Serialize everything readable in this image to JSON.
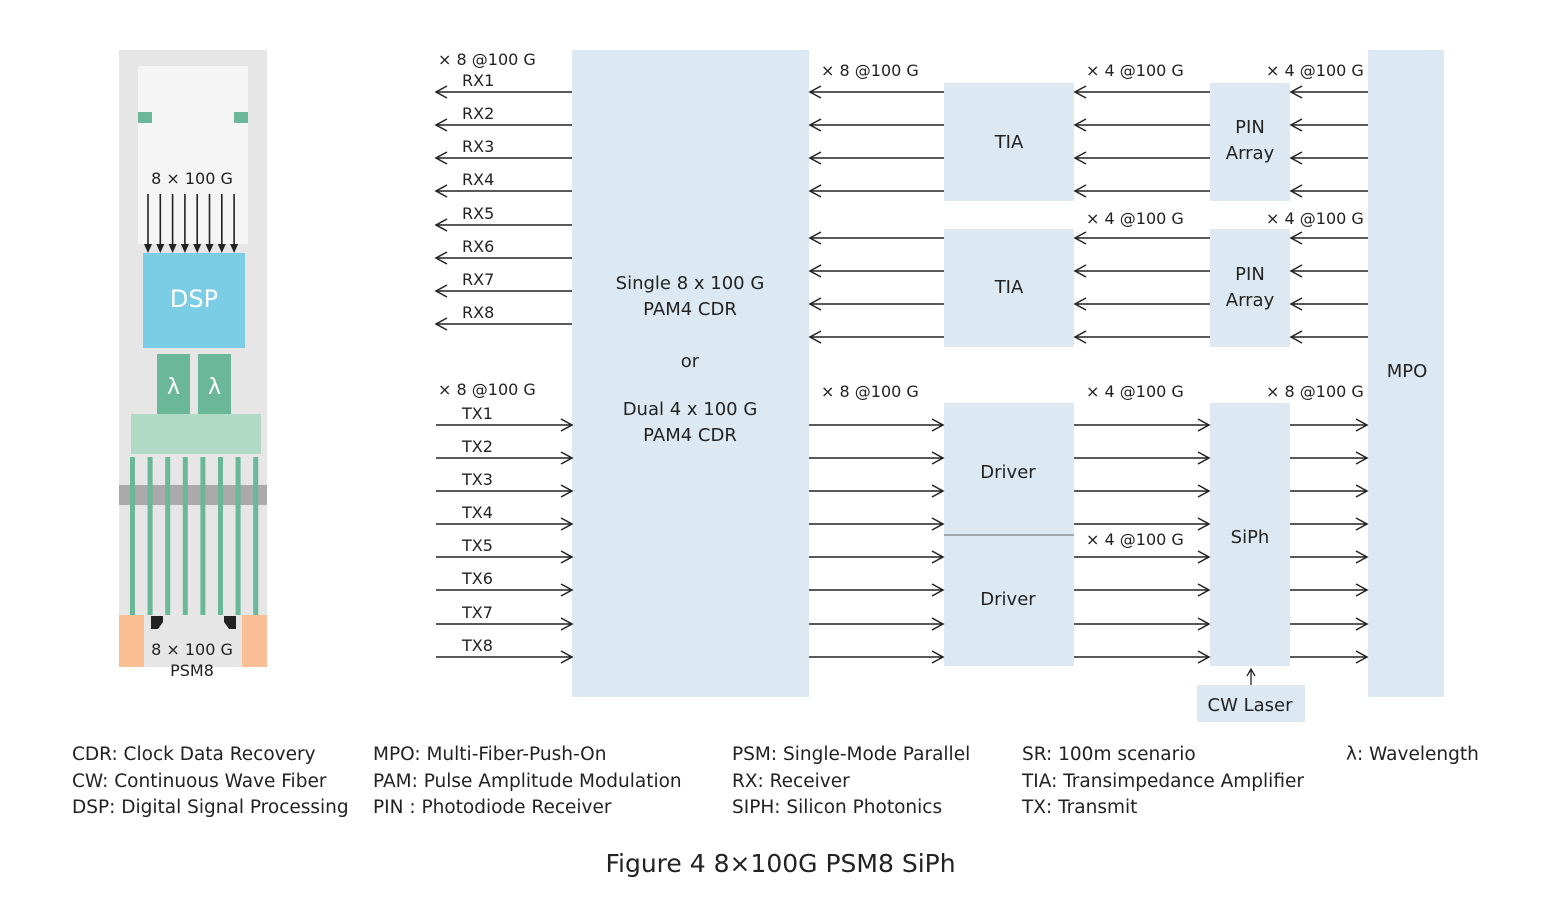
{
  "module": {
    "top_label": "8 × 100 G",
    "dsp_label": "DSP",
    "lambda_labels": [
      "λ",
      "λ"
    ],
    "bottom_label_line1": "8 × 100 G",
    "bottom_label_line2": "PSM8"
  },
  "diagram": {
    "rx_group_label": "× 8 @100 G",
    "tx_group_label": "× 8 @100 G",
    "rx_channels": [
      "RX1",
      "RX2",
      "RX3",
      "RX4",
      "RX5",
      "RX6",
      "RX7",
      "RX8"
    ],
    "tx_channels": [
      "TX1",
      "TX2",
      "TX3",
      "TX4",
      "TX5",
      "TX6",
      "TX7",
      "TX8"
    ],
    "cdr_text": [
      "Single 8 x 100 G",
      "PAM4 CDR",
      "or",
      "Dual 4 x 100 G",
      "PAM4 CDR"
    ],
    "tia_label": "TIA",
    "pin_label_line1": "PIN",
    "pin_label_line2": "Array",
    "driver_label": "Driver",
    "siph_label": "SiPh",
    "mpo_label": "MPO",
    "cw_laser_label": "CW Laser",
    "rate_labels": {
      "cdr_tia_rx": "× 8 @100 G",
      "tia_pin_rx_upper": "× 4 @100 G",
      "pin_mpo_rx_upper": "× 4 @100 G",
      "tia_pin_rx_lower": "× 4 @100 G",
      "pin_mpo_rx_lower": "× 4 @100 G",
      "cdr_driver_tx": "× 8 @100 G",
      "driver_siph_tx_upper": "× 4 @100 G",
      "siph_mpo_tx": "× 8 @100 G",
      "driver_siph_tx_lower": "× 4 @100 G"
    }
  },
  "legend": [
    [
      "CDR: Clock Data Recovery",
      "CW: Continuous Wave Fiber",
      "DSP: Digital Signal Processing"
    ],
    [
      "MPO: Multi-Fiber-Push-On",
      "PAM: Pulse Amplitude Modulation",
      "PIN : Photodiode Receiver"
    ],
    [
      "PSM: Single-Mode Parallel",
      "RX: Receiver",
      "SIPH: Silicon Photonics"
    ],
    [
      "SR: 100m scenario",
      "TIA: Transimpedance Amplifier",
      "TX: Transmit"
    ],
    [
      "λ:  Wavelength"
    ]
  ],
  "caption": "Figure 4  8×100G PSM8 SiPh",
  "colors": {
    "block_fill": "#dce9f2",
    "dsp_fill": "#7bcde6",
    "green": "#6bb799",
    "light_green": "#b2dbc7",
    "module_body": "#e6e6e6",
    "connector": "#fbbf95",
    "line": "#222222"
  }
}
